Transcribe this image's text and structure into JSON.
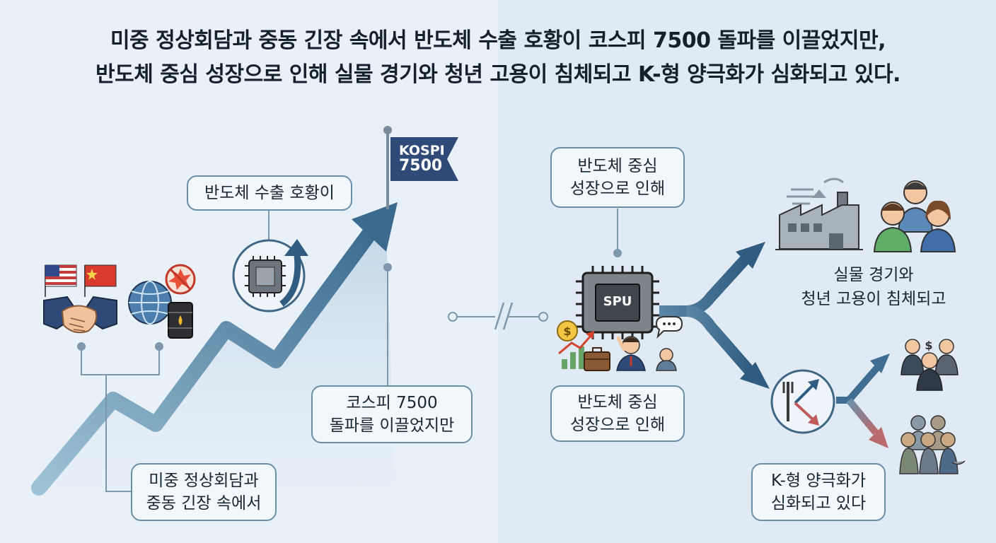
{
  "headline": {
    "line1": "미중 정상회담과 중동 긴장 속에서 반도체 수출 호황이 코스피 7500 돌파를 이끌었지만,",
    "line2": "반도체 중심 성장으로 인해 실물 경기와 청년 고용이 침체되고 K-형 양극화가 심화되고 있다."
  },
  "left": {
    "export_callout": "반도체 수출 호황이",
    "flag": {
      "line1": "KOSPI",
      "line2": "7500"
    },
    "kospi_callout": {
      "line1": "코스피 7500",
      "line2": "돌파를 이끌었지만"
    },
    "summit_callout": {
      "line1": "미중 정상회담과",
      "line2": "중동 긴장 속에서"
    }
  },
  "right": {
    "top_callout": {
      "line1": "반도체 중심",
      "line2": "성장으로 인해"
    },
    "chip_label": "SPU",
    "bottom_callout": {
      "line1": "반도체 중심",
      "line2": "성장으로 인해"
    },
    "economy_text": {
      "line1": "실물 경기와",
      "line2": "청년 고용이 침체되고"
    },
    "k_callout": {
      "line1": "K-형 양극화가",
      "line2": "심화되고 있다"
    }
  },
  "icons": [
    "us-flag-icon",
    "china-flag-icon",
    "handshake-icon",
    "globe-icon",
    "oil-barrel-icon",
    "explosion-icon",
    "chip-up-arrow-icon",
    "chip-icon",
    "factory-icon",
    "worried-people-icon",
    "fork-k-icon",
    "wealthy-group-icon",
    "struggling-group-icon",
    "money-chart-icon",
    "briefcase-icon",
    "stressed-worker-icon",
    "speech-bubble-icon"
  ],
  "colors": {
    "arrow": "#3f6e92",
    "callout_border": "#6b8ea8",
    "flag": "#2f4a78",
    "down_arrow": "#b86a6a"
  }
}
